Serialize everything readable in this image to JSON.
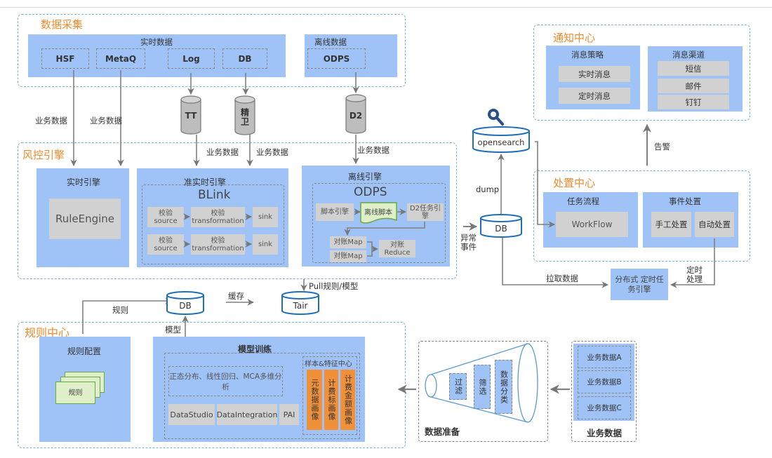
{
  "sections": {
    "collection": "数据采集",
    "risk_engine": "风控引擎",
    "rule_center": "规则中心",
    "notify_center": "通知中心",
    "dispose_center": "处置中心"
  },
  "collection": {
    "realtime_title": "实时数据",
    "realtime_sources": [
      "HSF",
      "MetaQ",
      "Log",
      "DB"
    ],
    "offline_title": "离线数据",
    "offline_sources": [
      "ODPS"
    ]
  },
  "queues": {
    "tt": "TT",
    "jingwei": "精卫",
    "d2": "D2"
  },
  "flow_labels": {
    "biz_data": "业务数据",
    "dump": "dump",
    "abnormal_event": "异常事件",
    "pull_data": "拉取数据",
    "scheduled_processing": "定时处理",
    "alert": "告警",
    "rule": "规则",
    "cache": "缓存",
    "model": "模型",
    "pull_rule_model": "Pull规则/模型"
  },
  "engines": {
    "realtime": {
      "title": "实时引擎",
      "core": "RuleEngine"
    },
    "near_realtime": {
      "title": "准实时引擎",
      "platform": "BLink",
      "rows": [
        {
          "source": "校验 source",
          "transform": "校验 transformation",
          "sink": "sink"
        },
        {
          "source": "校验 source",
          "transform": "校验 transformation",
          "sink": "sink"
        }
      ]
    },
    "offline": {
      "title": "离线引擎",
      "platform": "ODPS",
      "script_engine": "脚本引擎",
      "offline_script": "离线脚本",
      "d2_task_engine": "D2任务引擎",
      "map1": "对账Map",
      "map2": "对账Map",
      "reduce": "对账 Reduce"
    }
  },
  "stores": {
    "opensearch": "opensearch",
    "db_event": "DB",
    "db_rule": "DB",
    "tair": "Tair"
  },
  "notify": {
    "strategy_title": "消息策略",
    "strategies": [
      "实时消息",
      "定时消息"
    ],
    "channel_title": "消息渠道",
    "channels": [
      "短信",
      "邮件",
      "钉钉"
    ]
  },
  "dispose": {
    "task_title": "任务流程",
    "workflow": "WorkFlow",
    "event_title": "事件处置",
    "manual": "手工处置",
    "auto": "自动处置"
  },
  "scheduler": "分布式 定时任务引擎",
  "rule_center": {
    "config_title": "规则配置",
    "rule_doc": "规则",
    "training_title": "模型训练",
    "analysis": "正态分布、线性回归、MCA多维分析",
    "tools": [
      "DataStudio",
      "DataIntegration",
      "PAI"
    ],
    "feature_center_title": "样本&特征中心",
    "profiles": [
      "元数据画像",
      "计费标画像",
      "计费金额画像"
    ]
  },
  "data_prep": {
    "title": "数据准备",
    "steps": [
      "过滤",
      "筛选",
      "数据分类"
    ]
  },
  "biz_data": {
    "title": "业务数据",
    "items": [
      "业务数据A",
      "业务数据B",
      "业务数据C"
    ]
  },
  "colors": {
    "section_title": "#f08a2c",
    "panel_blue": "#9fc2f7",
    "inner_gray": "#d1d1d1",
    "profile_orange": "#f0913a",
    "store_border": "#1f6fb8",
    "dash_border": "#7fb2d9"
  }
}
